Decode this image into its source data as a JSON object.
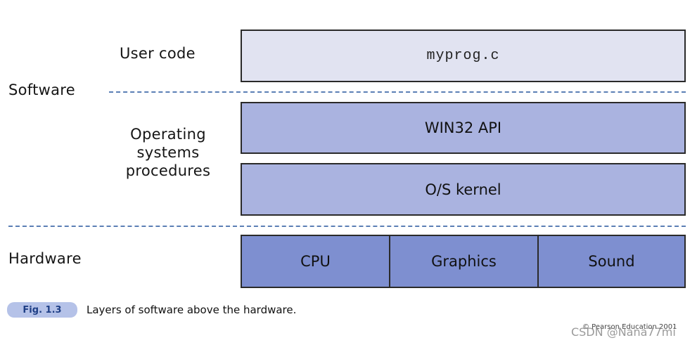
{
  "layers": {
    "user_code_label": "User code",
    "software_label": "Software",
    "os_label_lines": [
      "Operating",
      "systems",
      "procedures"
    ],
    "hardware_label": "Hardware"
  },
  "boxes": {
    "myprog": "myprog.c",
    "win32": "WIN32 API",
    "kernel": "O/S kernel",
    "hardware_items": [
      "CPU",
      "Graphics",
      "Sound"
    ]
  },
  "caption": {
    "figure": "Fig. 1.3",
    "text": "Layers of software above the hardware."
  },
  "copyright": "© Pearson Education 2001",
  "watermark": "CSDN @Nana77mi",
  "colors": {
    "user_code_fill": "#e1e3f1",
    "os_fill": "#aab3e0",
    "hardware_fill": "#7e8fd0",
    "divider": "#5b7fb5",
    "caption_pill": "#b5c2e8",
    "caption_pill_text": "#1f3f86"
  }
}
